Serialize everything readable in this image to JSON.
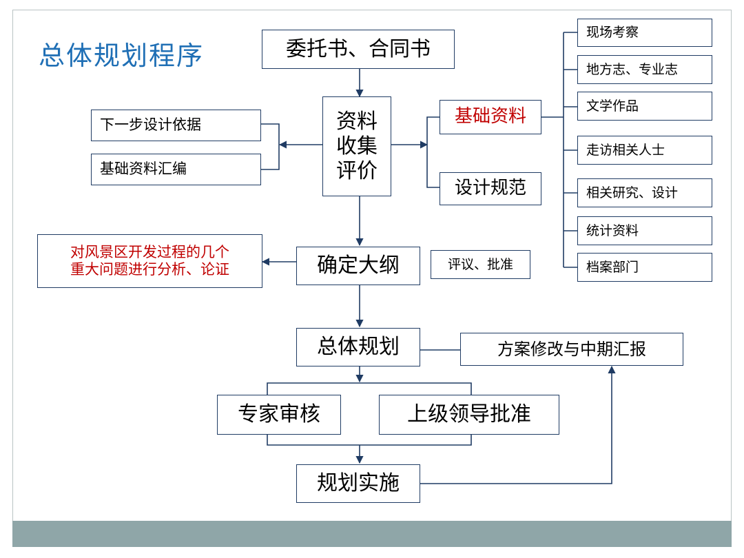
{
  "title": "总体规划程序",
  "boxes": {
    "entrust": "委托书、合同书",
    "collect": "资料\n收集\n评价",
    "next_basis": "下一步设计依据",
    "compile": "基础资料汇编",
    "base_data": "基础资料",
    "design_spec": "设计规范",
    "s1": "现场考察",
    "s2": "地方志、专业志",
    "s3": "文学作品",
    "s4": "走访相关人士",
    "s5": "相关研究、设计",
    "s6": "统计资料",
    "s7": "档案部门",
    "analysis": "对风景区开发过程的几个\n重大问题进行分析、论证",
    "outline": "确定大纲",
    "review": "评议、批准",
    "master_plan": "总体规划",
    "revise": "方案修改与中期汇报",
    "expert": "专家审核",
    "leader": "上级领导批准",
    "implement": "规划实施"
  },
  "colors": {
    "title": "#1f6fb5",
    "border": "#1f3b63",
    "highlight": "#c00000",
    "footer": "#8fa6a8"
  }
}
